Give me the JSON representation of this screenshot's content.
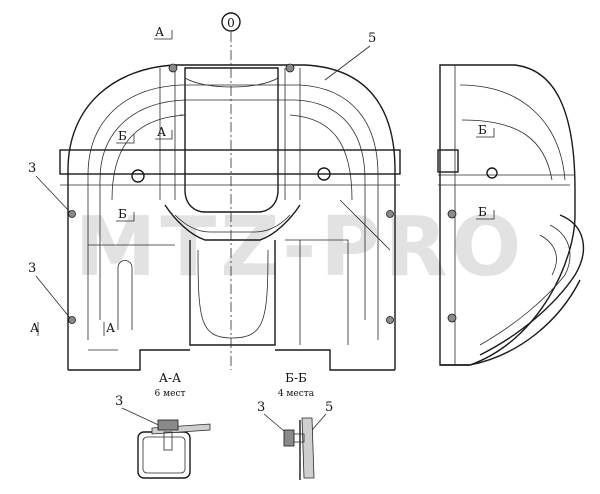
{
  "watermark": "MTZ-PRO",
  "axis_marker": "0",
  "callouts": {
    "part_5": "5",
    "part_3_upper": "3",
    "part_3_lower": "3",
    "detail_aa_part": "3",
    "detail_bb_part_3": "3",
    "detail_bb_part_5": "5"
  },
  "section_marks": {
    "a_top": "А",
    "b_left_upper": "Б",
    "a_left_mid": "А",
    "b_left_lower": "Б",
    "a_bottom_left": "А",
    "a_bottom_right": "А",
    "b_side_upper": "Б",
    "b_side_lower": "Б"
  },
  "details": {
    "aa": {
      "title": "А-А",
      "note": "6 мест"
    },
    "bb": {
      "title": "Б-Б",
      "note": "4 места"
    }
  },
  "colors": {
    "line": "#1a1a1a",
    "shade": "#cfcfcf",
    "watermark": "#e2e2e2"
  }
}
